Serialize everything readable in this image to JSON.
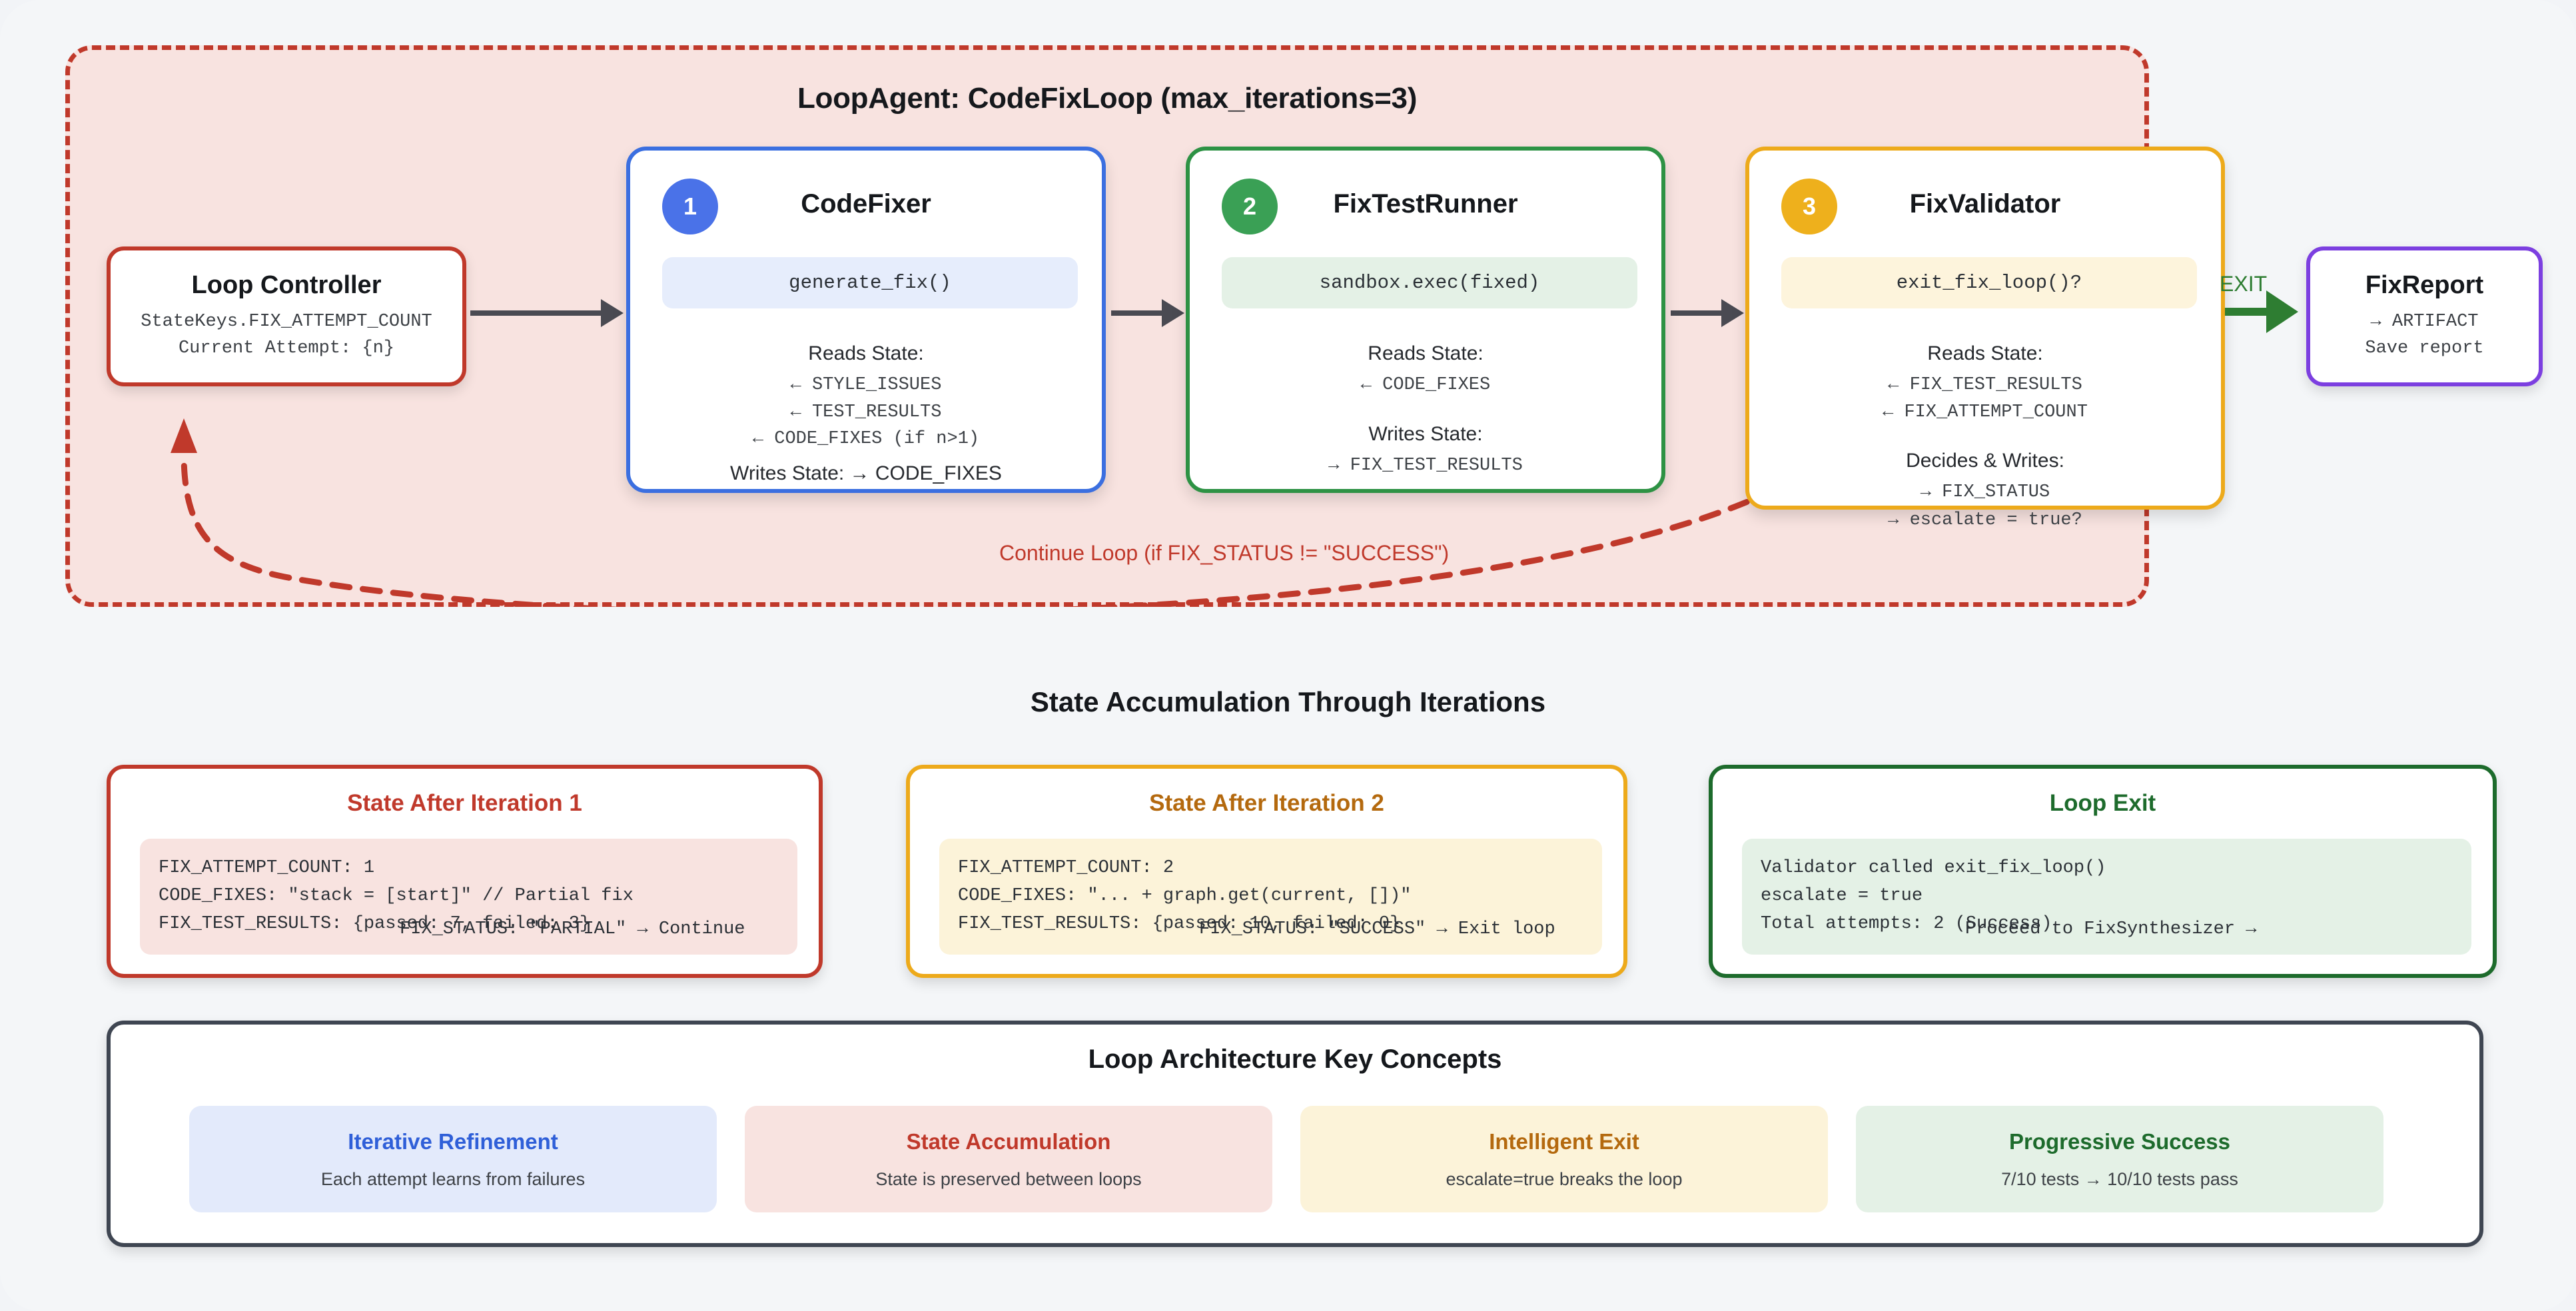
{
  "loop": {
    "title": "LoopAgent: CodeFixLoop (max_iterations=3)",
    "continue_label": "Continue Loop (if FIX_STATUS != \"SUCCESS\")",
    "exit_label": "EXIT",
    "border_color": "#c0392b",
    "background_color": "#f8e3e0"
  },
  "controller": {
    "title": "Loop Controller",
    "line1": "StateKeys.FIX_ATTEMPT_COUNT",
    "line2": "Current Attempt: {n}"
  },
  "agents": [
    {
      "badge": "1",
      "title": "CodeFixer",
      "code": "generate_fix()",
      "reads_label": "Reads State:",
      "reads": [
        "← STYLE_ISSUES",
        "← TEST_RESULTS",
        "← CODE_FIXES (if n>1)"
      ],
      "writes_inline": "Writes State: → CODE_FIXES",
      "color": "#3b6fe0",
      "badge_color": "#4a72e8",
      "code_bg": "#e6edfc"
    },
    {
      "badge": "2",
      "title": "FixTestRunner",
      "code": "sandbox.exec(fixed)",
      "reads_label": "Reads State:",
      "reads": [
        "← CODE_FIXES"
      ],
      "writes_label": "Writes State:",
      "writes": [
        "→ FIX_TEST_RESULTS"
      ],
      "color": "#2d9244",
      "badge_color": "#3aa055",
      "code_bg": "#e4f1e6"
    },
    {
      "badge": "3",
      "title": "FixValidator",
      "code": "exit_fix_loop()?",
      "reads_label": "Reads State:",
      "reads": [
        "← FIX_TEST_RESULTS",
        "← FIX_ATTEMPT_COUNT"
      ],
      "writes_label": "Decides & Writes:",
      "writes": [
        "→ FIX_STATUS"
      ],
      "overflow": "→ escalate = true?",
      "color": "#edaa1b",
      "badge_color": "#eeb01c",
      "code_bg": "#fdf4dc"
    }
  ],
  "fixreport": {
    "title": "FixReport",
    "line1": "→ ARTIFACT",
    "line2": "Save report",
    "border_color": "#7c3fe0"
  },
  "state_section": {
    "heading": "State Accumulation Through Iterations",
    "cards": [
      {
        "title": "State After Iteration 1",
        "lines": [
          "FIX_ATTEMPT_COUNT: 1",
          "CODE_FIXES: \"stack = [start]\" // Partial fix",
          "FIX_TEST_RESULTS: {passed: 7, failed: 3}"
        ],
        "footer": "FIX_STATUS: \"PARTIAL\" → Continue",
        "accent": "#c0392b",
        "box_bg": "#f8e3e0"
      },
      {
        "title": "State After Iteration 2",
        "lines": [
          "FIX_ATTEMPT_COUNT: 2",
          "CODE_FIXES: \"... + graph.get(current, [])\"",
          "FIX_TEST_RESULTS: {passed: 10, failed: 0}"
        ],
        "footer": "FIX_STATUS: \"SUCCESS\" → Exit loop",
        "accent": "#edaa1b",
        "box_bg": "#fcf3d9"
      },
      {
        "title": "Loop Exit",
        "lines": [
          "Validator called exit_fix_loop()",
          "escalate = true",
          "Total attempts: 2 (Success)"
        ],
        "footer": "Proceed to FixSynthesizer →",
        "accent": "#1d6b2c",
        "box_bg": "#e4f1e6"
      }
    ]
  },
  "concepts": {
    "title": "Loop Architecture Key Concepts",
    "items": [
      {
        "title": "Iterative Refinement",
        "desc": "Each attempt learns from failures",
        "bg": "#e3eafb",
        "color": "#2f5fd8"
      },
      {
        "title": "State Accumulation",
        "desc": "State is preserved between loops",
        "bg": "#f8e3e0",
        "color": "#c0392b"
      },
      {
        "title": "Intelligent Exit",
        "desc": "escalate=true breaks the loop",
        "bg": "#fcf3d9",
        "color": "#b4690e"
      },
      {
        "title": "Progressive Success",
        "desc": "7/10 tests → 10/10 tests pass",
        "bg": "#e4f1e6",
        "color": "#1d6b2c"
      }
    ]
  }
}
